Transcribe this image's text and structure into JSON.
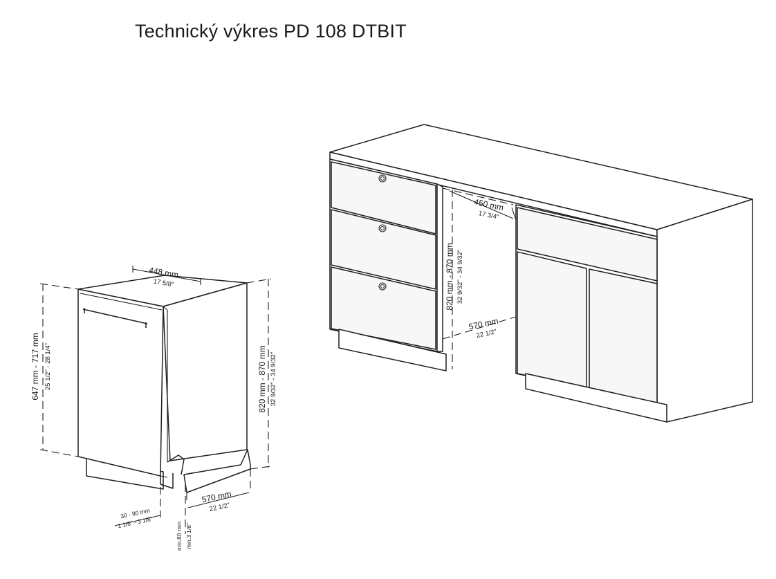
{
  "title": "Technický výkres PD 108 DTBIT",
  "appliance_dims": {
    "width_mm": "448 mm",
    "width_in": "17 5/8\"",
    "door_height_mm": "647 mm - 717 mm",
    "door_height_in": "25 1/2\" - 28 1/4\"",
    "height_mm": "820 mm - 870 mm",
    "height_in": "32 9/32\" - 34 9/32\"",
    "depth_mm": "570 mm",
    "depth_in": "22 1/2\"",
    "plinth_gap_mm": "30 - 80 mm",
    "plinth_gap_in": "1 1/6\" - 3 1/8\"",
    "min_mm": "min.80 mm",
    "min_in": "min.3 1/8\""
  },
  "niche_dims": {
    "width_mm": "450 mm",
    "width_in": "17 3/4\"",
    "height_mm": "820 mm - 870 mm",
    "height_in": "32 9/32\" - 34 9/32\"",
    "depth_mm": "570 mm",
    "depth_in": "22 1/2\""
  }
}
